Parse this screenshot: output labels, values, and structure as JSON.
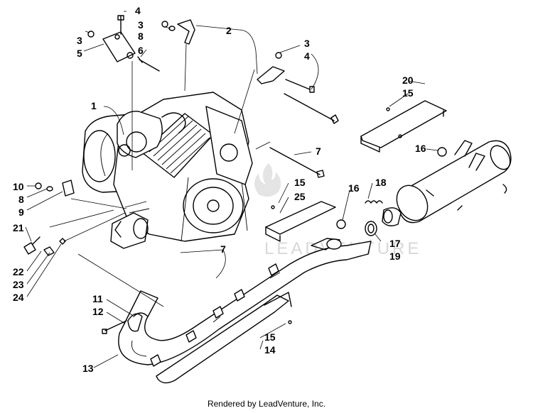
{
  "watermark": "LEADVENTURE",
  "footer": "Rendered by LeadVenture, Inc.",
  "callouts": [
    "4",
    "3",
    "8",
    "3",
    "5",
    "6",
    "2",
    "3",
    "4",
    "1",
    "20",
    "15",
    "16",
    "7",
    "10",
    "8",
    "9",
    "21",
    "22",
    "23",
    "24",
    "15",
    "25",
    "16",
    "18",
    "7",
    "17",
    "19",
    "11",
    "12",
    "13",
    "15",
    "14"
  ]
}
